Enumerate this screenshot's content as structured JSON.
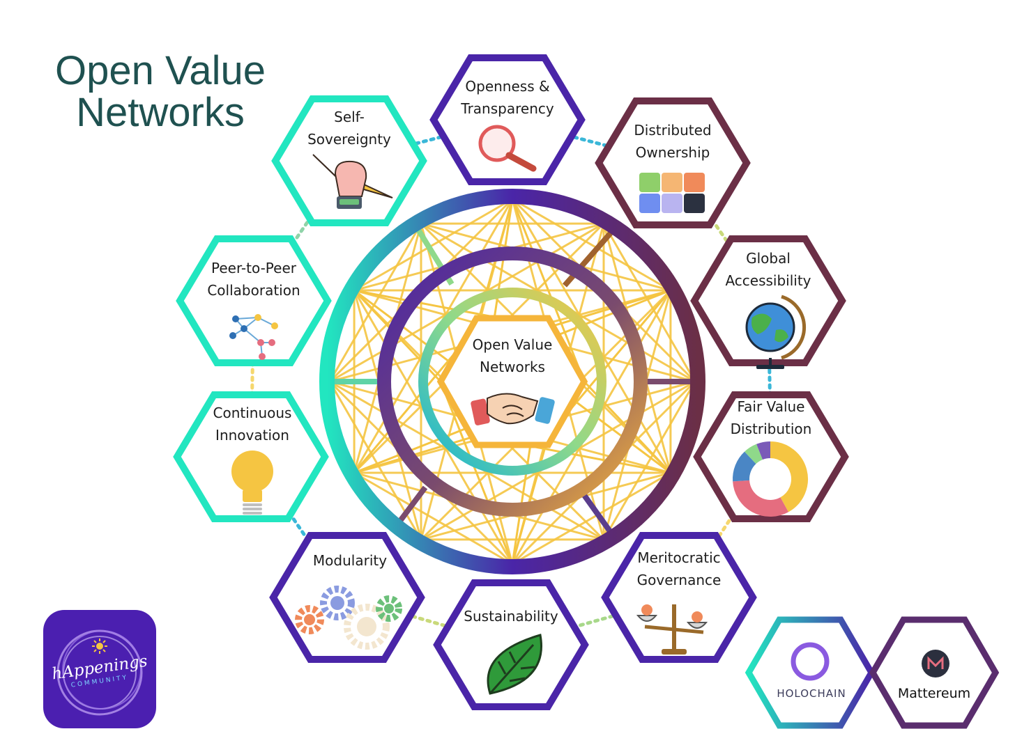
{
  "title": {
    "line1": "Open Value",
    "line2": "Networks"
  },
  "center": {
    "line1": "Open Value",
    "line2": "Networks",
    "icon": "handshake-icon"
  },
  "nodes": [
    {
      "id": "openness",
      "line1": "Openness &",
      "line2": "Transparency",
      "icon": "magnifier-icon",
      "color": "#4a25a8"
    },
    {
      "id": "distributed",
      "line1": "Distributed",
      "line2": "Ownership",
      "icon": "puzzle-icon",
      "color": "#6b2f46"
    },
    {
      "id": "global",
      "line1": "Global",
      "line2": "Accessibility",
      "icon": "globe-icon",
      "color": "#6b2f46"
    },
    {
      "id": "fair",
      "line1": "Fair Value",
      "line2": "Distribution",
      "icon": "donut-chart-icon",
      "color": "#6b2f46"
    },
    {
      "id": "meritocratic",
      "line1": "Meritocratic",
      "line2": "Governance",
      "icon": "scale-icon",
      "color": "#4a25a8"
    },
    {
      "id": "sustainability",
      "line1": "Sustainability",
      "line2": "",
      "icon": "leaf-icon",
      "color": "#4a25a8"
    },
    {
      "id": "modularity",
      "line1": "Modularity",
      "line2": "",
      "icon": "gears-icon",
      "color": "#4a25a8"
    },
    {
      "id": "innovation",
      "line1": "Continuous",
      "line2": "Innovation",
      "icon": "lightbulb-icon",
      "color": "#22e6c0"
    },
    {
      "id": "p2p",
      "line1": "Peer-to-Peer",
      "line2": "Collaboration",
      "icon": "network-icon",
      "color": "#22e6c0"
    },
    {
      "id": "sovereignty",
      "line1": "Self-",
      "line2": "Sovereignty",
      "icon": "fist-lightning-icon",
      "color": "#22e6c0"
    }
  ],
  "partners": {
    "holochain": "HOLOCHAIN",
    "mattereum": "Mattereum",
    "happenings_main": "hAppenings",
    "happenings_sub": "COMMUNITY"
  },
  "colors": {
    "teal": "#22e6c0",
    "purple": "#4a25a8",
    "maroon": "#6b2f46",
    "gold": "#f5c542",
    "title": "#1f5150"
  }
}
